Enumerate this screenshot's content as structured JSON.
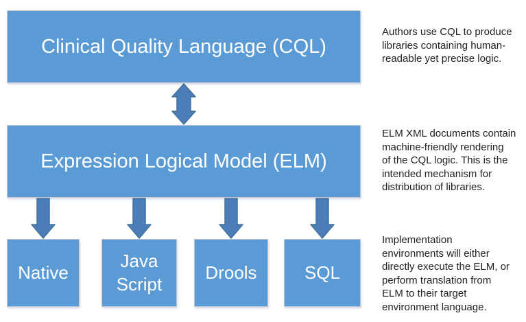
{
  "colors": {
    "background": "#FFFFFF",
    "box_fill": "#5B9BD5",
    "box_border": "#C8C8C8",
    "box_text": "#FFFFFF",
    "arrow_fill": "#4B7EB8",
    "arrow_stroke": "#41719C",
    "annotation_text": "#1F1F1F"
  },
  "diagram": {
    "cql_box_label": "Clinical Quality Language (CQL)",
    "elm_box_label": "Expression Logical Model (ELM)",
    "target_boxes": [
      {
        "label": "Native"
      },
      {
        "label": "Java Script"
      },
      {
        "label": "Drools"
      },
      {
        "label": "SQL"
      }
    ]
  },
  "annotations": [
    {
      "lines": [
        "Authors use CQL to produce",
        "libraries containing human-",
        "readable yet precise logic."
      ]
    },
    {
      "lines": [
        "ELM XML documents contain",
        "machine-friendly rendering",
        "of the CQL logic. This is the",
        "intended mechanism for",
        "distribution of libraries."
      ]
    },
    {
      "lines": [
        "Implementation",
        "environments will either",
        "directly execute the ELM, or",
        "perform translation from",
        "ELM to their target",
        "environment language."
      ]
    }
  ]
}
